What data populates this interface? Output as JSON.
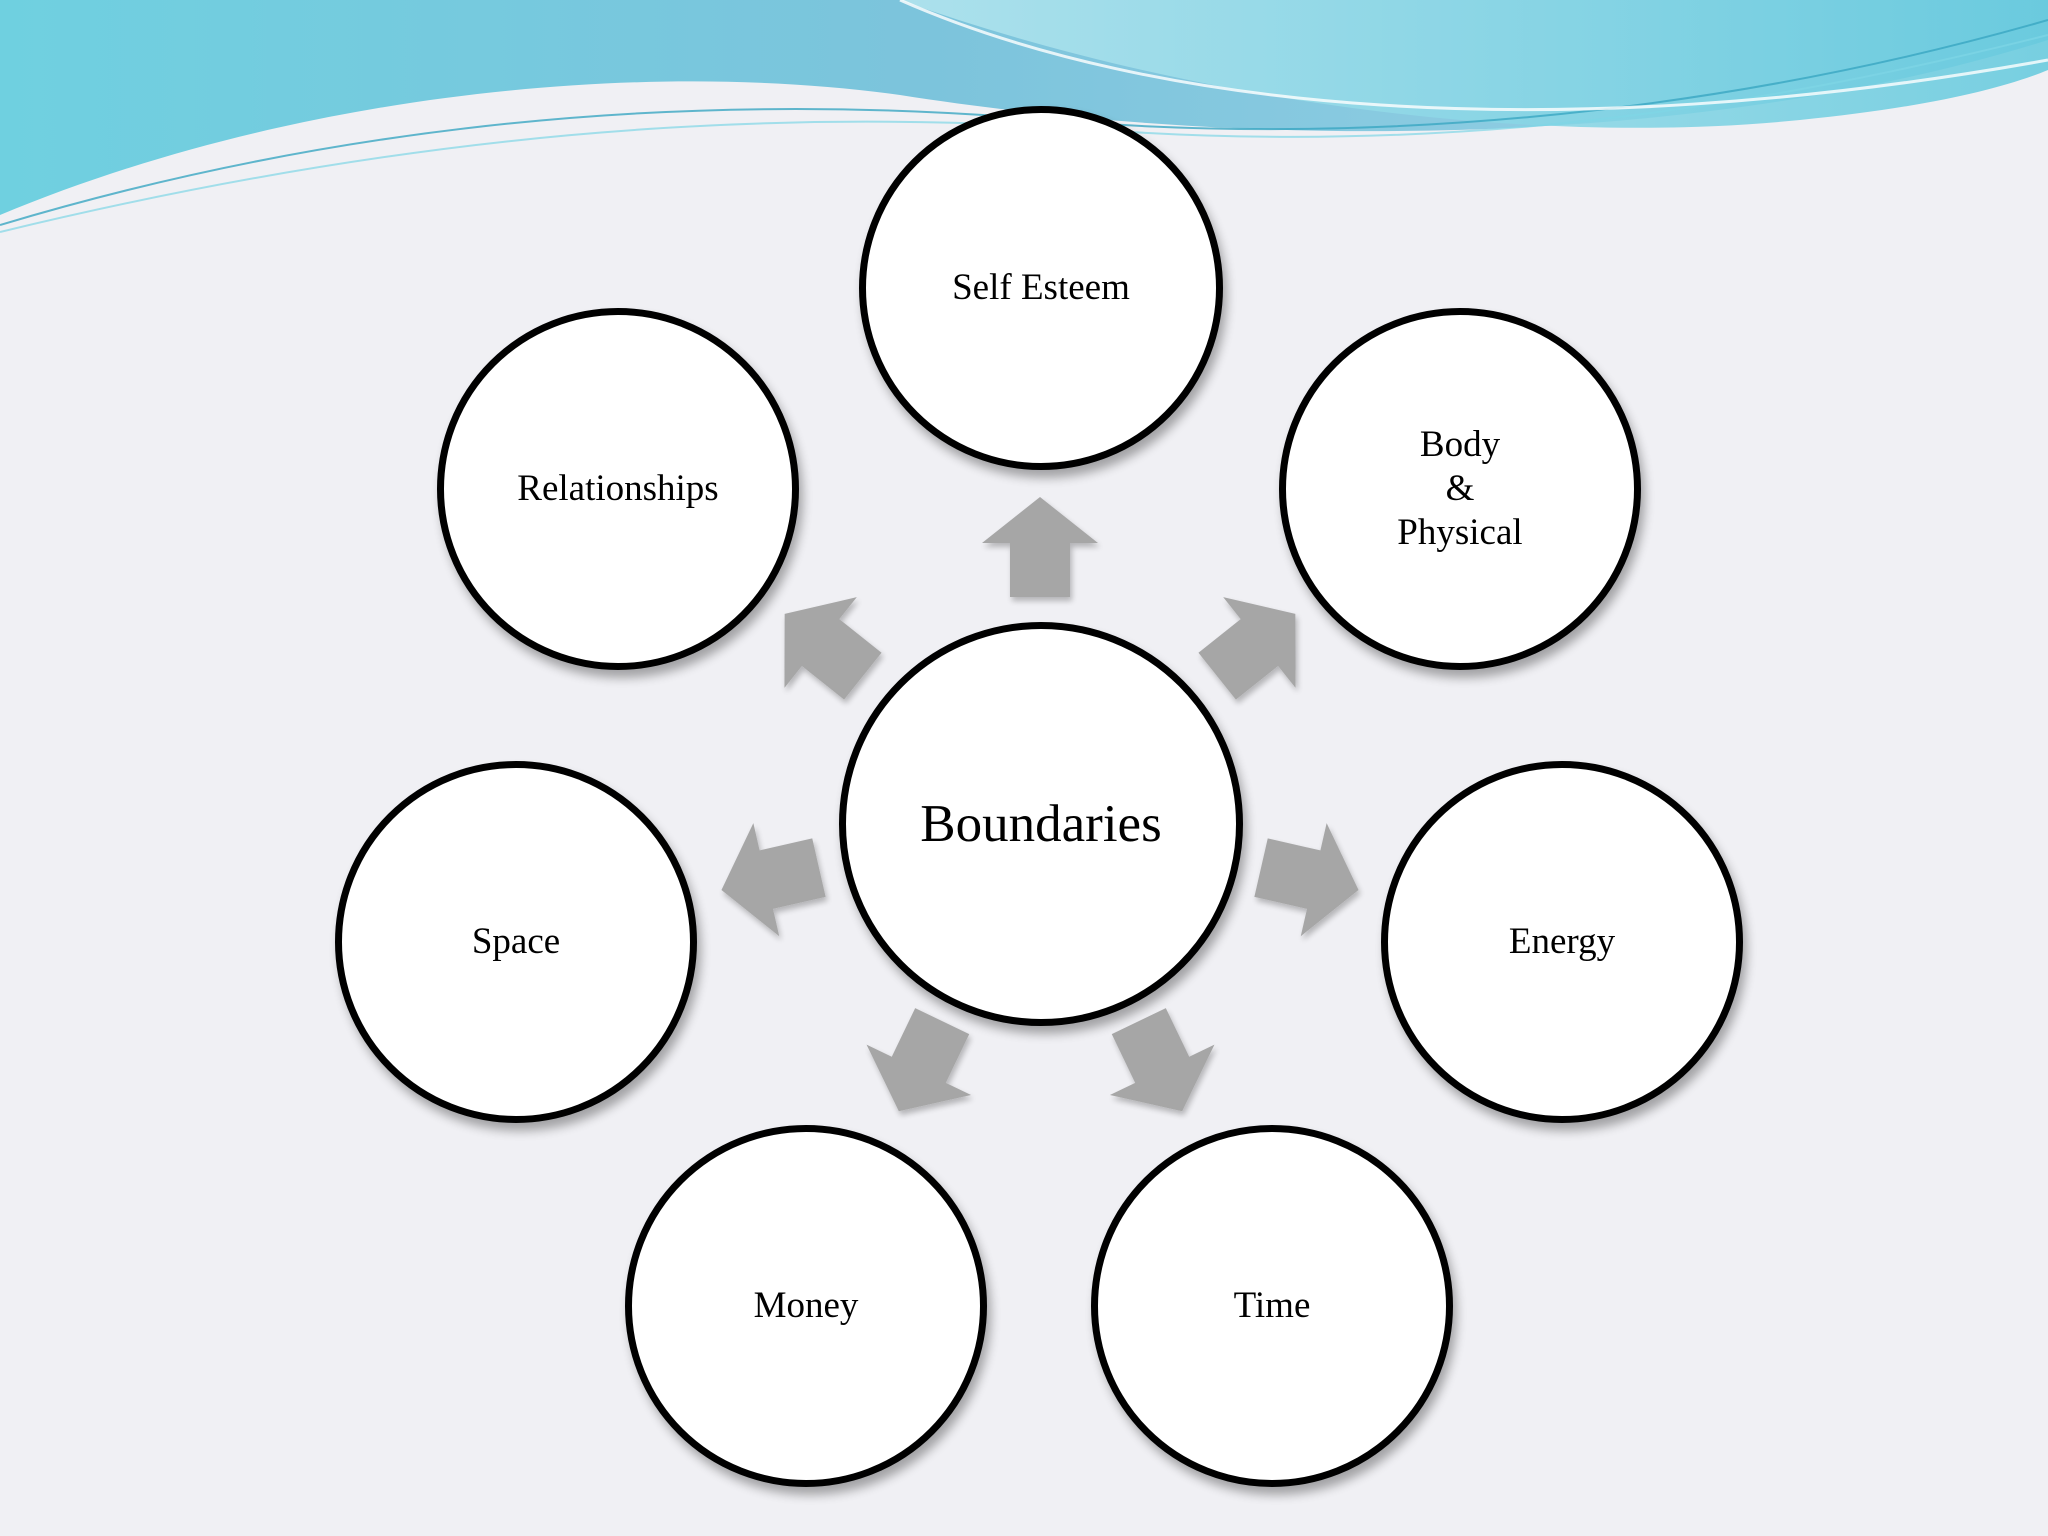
{
  "diagram": {
    "center": {
      "label": "Boundaries"
    },
    "nodes": [
      {
        "id": "self-esteem",
        "label": "Self Esteem"
      },
      {
        "id": "body-physical",
        "label": "Body\n&\nPhysical"
      },
      {
        "id": "energy",
        "label": "Energy"
      },
      {
        "id": "time",
        "label": "Time"
      },
      {
        "id": "money",
        "label": "Money"
      },
      {
        "id": "space",
        "label": "Space"
      },
      {
        "id": "relationships",
        "label": "Relationships"
      }
    ]
  },
  "colors": {
    "background": "#f0f0f4",
    "circle_fill": "#ffffff",
    "circle_border": "#000000",
    "arrow_fill": "#a6a6a6",
    "wave_light": "#8fd3e3",
    "wave_dark": "#5bb3cf"
  }
}
